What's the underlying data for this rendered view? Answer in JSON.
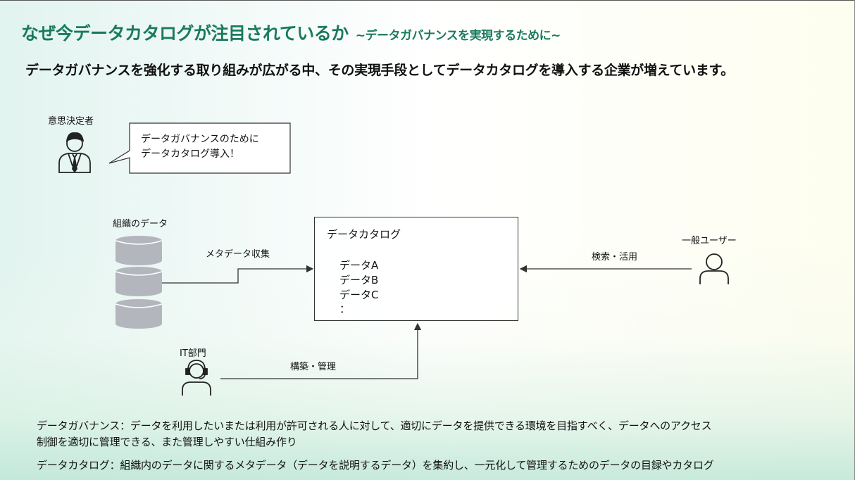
{
  "title": "なぜ今データカタログが注目されているか",
  "subtitle": "~データガバナンスを実現するために~",
  "lead": "データガバナンスを強化する取り組みが広がる中、その実現手段としてデータカタログを導入する企業が増えています。",
  "decision_maker": {
    "label": "意思決定者",
    "speech": [
      "データガバナンスのために",
      "データカタログ導入！"
    ]
  },
  "org_data": {
    "label": "組織のデータ"
  },
  "metadata_collect": "メタデータ収集",
  "catalog": {
    "title": "データカタログ",
    "items": [
      "データA",
      "データB",
      "データC",
      "："
    ]
  },
  "general_user": {
    "label": "一般ユーザー",
    "action": "検索・活用"
  },
  "it_dept": {
    "label": "IT部門",
    "action": "構築・管理"
  },
  "definitions": [
    {
      "line1": "データガバナンス：データを利用したいまたは利用が許可される人に対して、適切にデータを提供できる環境を目指すべく、データへのアクセス",
      "line2": "制御を適切に管理できる、また管理しやすい仕組み作り"
    },
    {
      "line1": "データカタログ：組織内のデータに関するメタデータ（データを説明するデータ）を集約し、一元化して管理するためのデータの目録やカタログ"
    }
  ],
  "colors": {
    "title": "#1a7a5e",
    "db": "#b4b6bd",
    "line": "#333333"
  },
  "icons": [
    "businessman-icon",
    "database-icon",
    "user-icon",
    "headset-user-icon"
  ]
}
